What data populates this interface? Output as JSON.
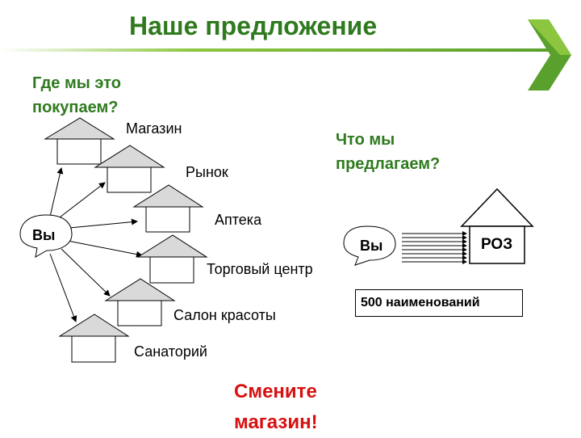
{
  "title": "Наше предложение",
  "question_where": [
    "Где мы это",
    "покупаем?"
  ],
  "question_what": [
    "Что мы",
    "предлагаем?"
  ],
  "you_label": "Вы",
  "places": [
    "Магазин",
    "Рынок",
    "Аптека",
    "Торговый центр",
    "Салон красоты",
    "Санаторий"
  ],
  "roz_label": "РОЗ",
  "assortment": "500 наименований",
  "call_to_action": [
    "Смените",
    "магазин!"
  ],
  "colors": {
    "title": "#2f7a1f",
    "accent_green": "#5aa02c",
    "house_roof": "#d9d9d9",
    "cta": "#d81010"
  }
}
